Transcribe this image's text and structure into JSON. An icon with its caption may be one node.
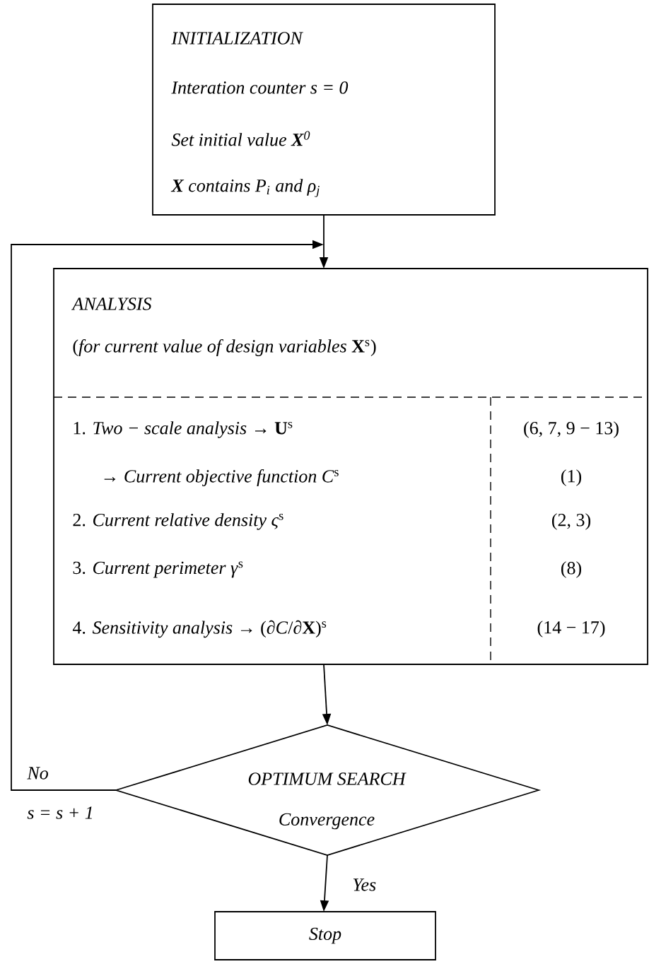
{
  "diagram": {
    "nodes": [
      {
        "text": [
          "INITIALIZATION",
          "Interation counter s = 0",
          "Set initial value **X**$^{0}$",
          "**X** contains P$_{i}$ and ρ$_{j}$"
        ]
      },
      {
        "text": [
          "ANALYSIS",
          "(*for current value of design variables* **X**$^{s}$)",
          "1. *Two − scale analysis* → **U**$^{s}$",
          "(6, 7, 9 − 13)",
          "→ *Current objective function C*$^{s}$",
          "(1)",
          "2. *Current relative density ς*$^{s}$",
          "(2, 3)",
          "3. *Current perimeter γ*$^{s}$",
          "(8)",
          "4. *Sensitivity analysis* → (∂*C*/∂**X**)$^{s}$",
          "(14 − 17)"
        ]
      },
      {
        "text": [
          "OPTIMUM SEARCH",
          "Convergence"
        ]
      },
      {
        "text": [
          "Stop"
        ]
      }
    ],
    "edges": [
      {
        "from": 0,
        "to": 1,
        "arrow": "to"
      },
      {
        "from": 1,
        "to": 2,
        "arrow": "to"
      },
      {
        "from": 2,
        "to": 3,
        "arrow": "to",
        "label": "Yes"
      },
      {
        "from": 2,
        "to": 1,
        "arrow": "to",
        "label": "No"
      }
    ],
    "labels": [
      "s = s + 1"
    ]
  }
}
